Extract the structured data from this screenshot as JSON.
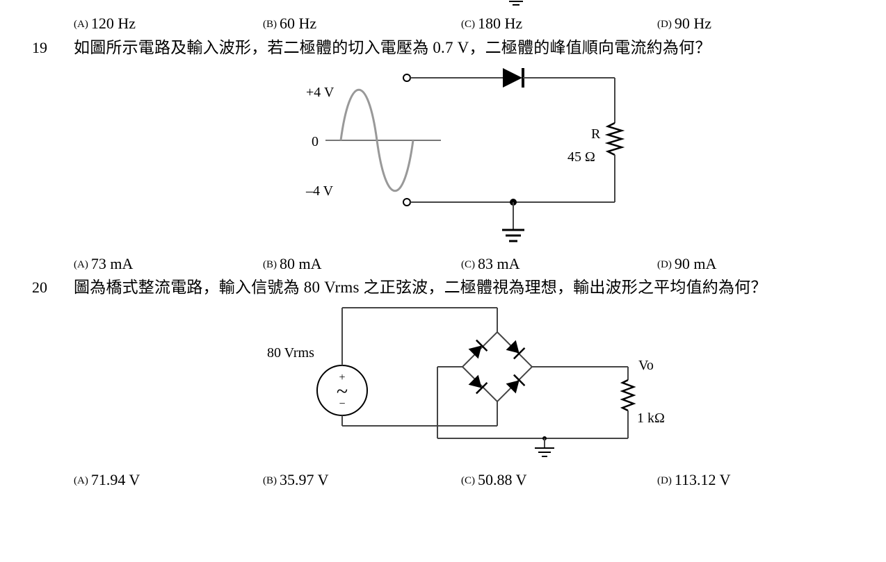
{
  "q18": {
    "options": [
      {
        "label": "(A)",
        "text": "120 Hz"
      },
      {
        "label": "(B)",
        "text": "60 Hz"
      },
      {
        "label": "(C)",
        "text": "180 Hz"
      },
      {
        "label": "(D)",
        "text": "90 Hz"
      }
    ]
  },
  "q19": {
    "number": "19",
    "text": "如圖所示電路及輸入波形，若二極體的切入電壓為 0.7 V，二極體的峰值順向電流約為何？",
    "figure": {
      "v_pos": "+4 V",
      "v_zero": "0",
      "v_neg": "–4 V",
      "r_name": "R",
      "r_value": "45 Ω"
    },
    "options": [
      {
        "label": "(A)",
        "text": "73 mA"
      },
      {
        "label": "(B)",
        "text": "80 mA"
      },
      {
        "label": "(C)",
        "text": "83 mA"
      },
      {
        "label": "(D)",
        "text": "90 mA"
      }
    ]
  },
  "q20": {
    "number": "20",
    "text": "圖為橋式整流電路，輸入信號為 80 Vrms 之正弦波，二極體視為理想，輸出波形之平均值約為何？",
    "figure": {
      "source_label": "80 Vrms",
      "plus": "+",
      "tilde": "~",
      "minus": "−",
      "vo_label": "Vo",
      "r_value": "1 kΩ"
    },
    "options": [
      {
        "label": "(A)",
        "text": "71.94 V"
      },
      {
        "label": "(B)",
        "text": "35.97 V"
      },
      {
        "label": "(C)",
        "text": "50.88 V"
      },
      {
        "label": "(D)",
        "text": "113.12 V"
      }
    ]
  }
}
